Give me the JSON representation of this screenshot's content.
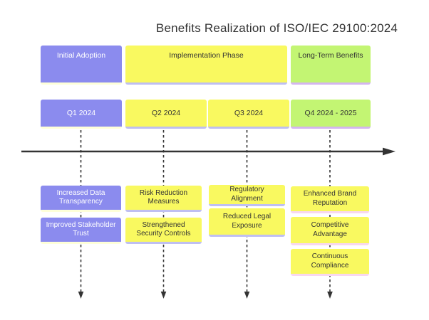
{
  "title": "Benefits Realization of ISO/IEC 29100:2024",
  "colors": {
    "section_purple": "#8b8bee",
    "section_yellow": "#f9f960",
    "section_green": "#c3f573",
    "shadow_pale_yellow": "#feffd8",
    "shadow_pale_periwinkle": "#bfbff2",
    "shadow_pale_pink": "#f8d7f0",
    "shadow_pale_violet": "#d4b6ef",
    "text_dark": "#333333",
    "text_light": "#ffffff",
    "timeline_line": "#333333"
  },
  "phases": [
    {
      "label": "Initial Adoption"
    },
    {
      "label": "Implementation Phase"
    },
    {
      "label": "Long-Term Benefits"
    }
  ],
  "columns": [
    {
      "period": "Q1 2024",
      "events": [
        "Increased Data Transparency",
        "Improved Stakeholder Trust"
      ]
    },
    {
      "period": "Q2 2024",
      "events": [
        "Risk Reduction Measures",
        "Strengthened Security Controls"
      ]
    },
    {
      "period": "Q3 2024",
      "events": [
        "Regulatory Alignment",
        "Reduced Legal Exposure"
      ]
    },
    {
      "period": "Q4 2024 - 2025",
      "events": [
        "Enhanced Brand Reputation",
        "Competitive Advantage",
        "Continuous Compliance"
      ]
    }
  ]
}
